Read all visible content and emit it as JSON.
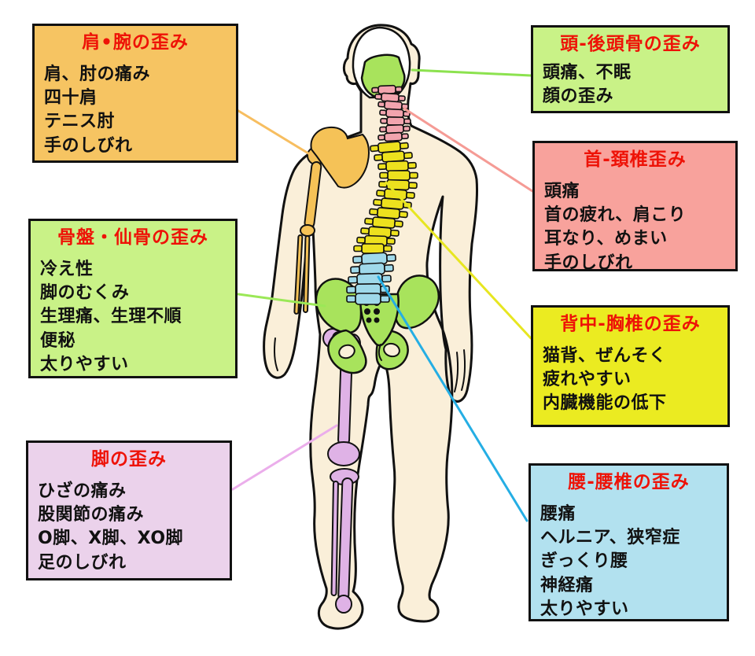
{
  "palette": {
    "ink": "#111111",
    "title-red": "#ee1207",
    "body-cream": "#faefd9",
    "skull-white": "#ffffff",
    "box-orange": "#f6c462",
    "box-green": "#c9f287",
    "box-purple": "#ebd2eb",
    "box-salmon": "#f8a29c",
    "box-yellow": "#ebeb21",
    "box-blue": "#b2e1ef",
    "bone-green": "#a8e35c",
    "bone-pink": "#f2a4ae",
    "bone-yellow": "#ede11e",
    "bone-blue": "#9fd9ea",
    "bone-orange": "#f5c257",
    "bone-purple": "#dfb2e6",
    "line-orange": "#f7be60",
    "line-green-head": "#8ce24f",
    "line-green-pelvis": "#9be857",
    "line-pink": "#f59b95",
    "line-yellow": "#e7e621",
    "line-blue": "#25aee4",
    "line-purple": "#ebaeeb"
  },
  "boxes": {
    "shoulder_arm": {
      "title": "肩•腕の歪み",
      "symptoms": [
        "肩、肘の痛み",
        "四十肩",
        "テニス肘",
        "手のしびれ"
      ]
    },
    "pelvis_sacrum": {
      "title": "骨盤・仙骨の歪み",
      "symptoms": [
        "冷え性",
        "脚のむくみ",
        "生理痛、生理不順",
        "便秘",
        "太りやすい"
      ]
    },
    "leg": {
      "title": "脚の歪み",
      "symptoms": [
        "ひざの痛み",
        "股関節の痛み",
        "O脚、X脚、XO脚",
        "足のしびれ"
      ]
    },
    "head_occipital": {
      "title": "頭-後頭骨の歪み",
      "symptoms": [
        "頭痛、不眠",
        "顔の歪み"
      ]
    },
    "neck_cervical": {
      "title": "首-頚椎歪み",
      "symptoms": [
        "頭痛",
        "首の疲れ、肩こり",
        "耳なり、めまい",
        "手のしびれ"
      ]
    },
    "back_thoracic": {
      "title": "背中-胸椎の歪み",
      "symptoms": [
        "猫背、ぜんそく",
        "疲れやすい",
        "内臓機能の低下"
      ]
    },
    "waist_lumbar": {
      "title": "腰-腰椎の歪み",
      "symptoms": [
        "腰痛",
        "ヘルニア、狭窄症",
        "ぎっくり腰",
        "神経痛",
        "太りやすい"
      ]
    }
  }
}
